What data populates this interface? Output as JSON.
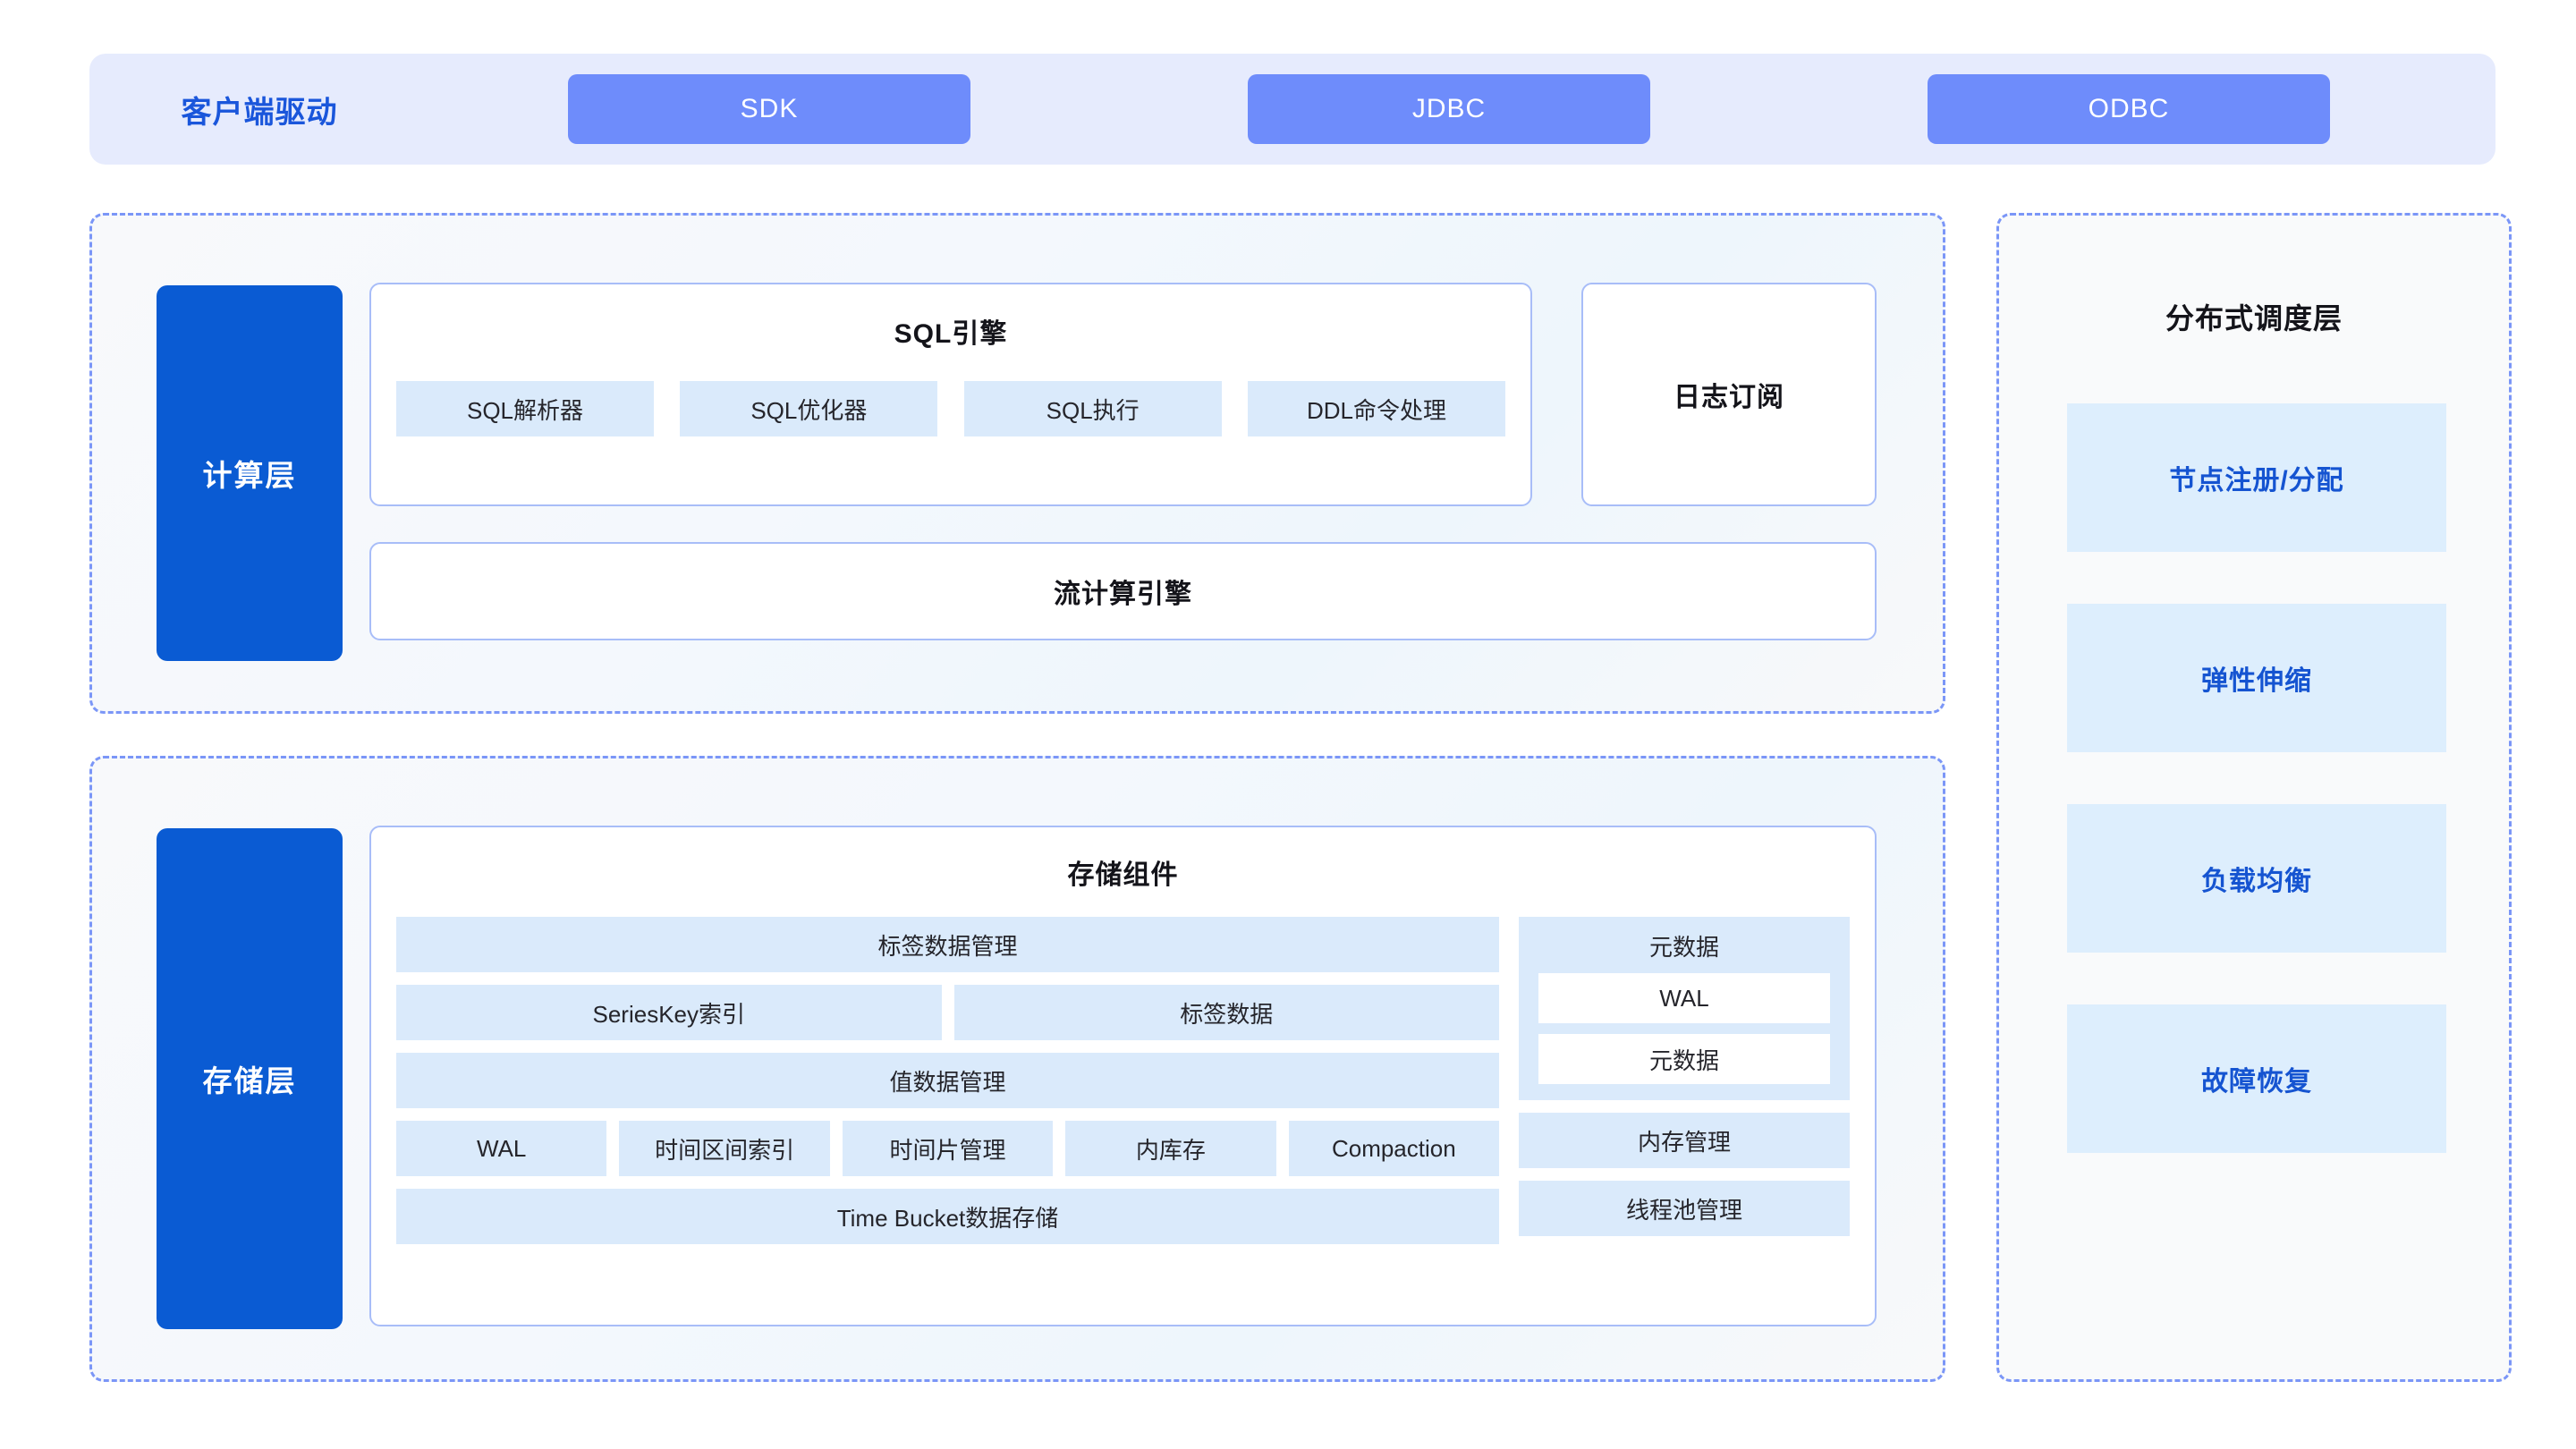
{
  "client_bar": {
    "title": "客户端驱动",
    "drivers": [
      {
        "label": "SDK"
      },
      {
        "label": "JDBC"
      },
      {
        "label": "ODBC"
      }
    ]
  },
  "compute_layer": {
    "tag": "计算层",
    "sql_engine": {
      "title": "SQL引擎",
      "components": [
        {
          "label": "SQL解析器"
        },
        {
          "label": "SQL优化器"
        },
        {
          "label": "SQL执行"
        },
        {
          "label": "DDL命令处理"
        }
      ]
    },
    "log_subscription": {
      "title": "日志订阅"
    },
    "stream_engine": {
      "title": "流计算引擎"
    }
  },
  "storage_layer": {
    "tag": "存储层",
    "storage_component": {
      "title": "存储组件",
      "left_column": {
        "tag_data_management": "标签数据管理",
        "index_row": [
          {
            "label": "SeriesKey索引"
          },
          {
            "label": "标签数据"
          }
        ],
        "value_data_management": "值数据管理",
        "engine_row": [
          {
            "label": "WAL"
          },
          {
            "label": "时间区间索引"
          },
          {
            "label": "时间片管理"
          },
          {
            "label": "内库存"
          },
          {
            "label": "Compaction"
          }
        ],
        "time_bucket_storage": "Time Bucket数据存储"
      },
      "right_column": {
        "metadata_group": {
          "title": "元数据",
          "items": [
            {
              "label": "WAL"
            },
            {
              "label": "元数据"
            }
          ]
        },
        "memory_management": "内存管理",
        "thread_pool_management": "线程池管理"
      }
    }
  },
  "scheduler_layer": {
    "title": "分布式调度层",
    "items": [
      {
        "label": "节点注册/分配"
      },
      {
        "label": "弹性伸缩"
      },
      {
        "label": "负载均衡"
      },
      {
        "label": "故障恢复"
      }
    ]
  },
  "colors": {
    "brand_blue": "#0a5bd3",
    "driver_blue": "#6e8cfb",
    "header_bg": "#e6ebfd",
    "tile_blue": "#daeafb",
    "sched_tile": "#ddeefd",
    "dashed_border": "#7b96f7",
    "accent_text": "#1554d1"
  }
}
